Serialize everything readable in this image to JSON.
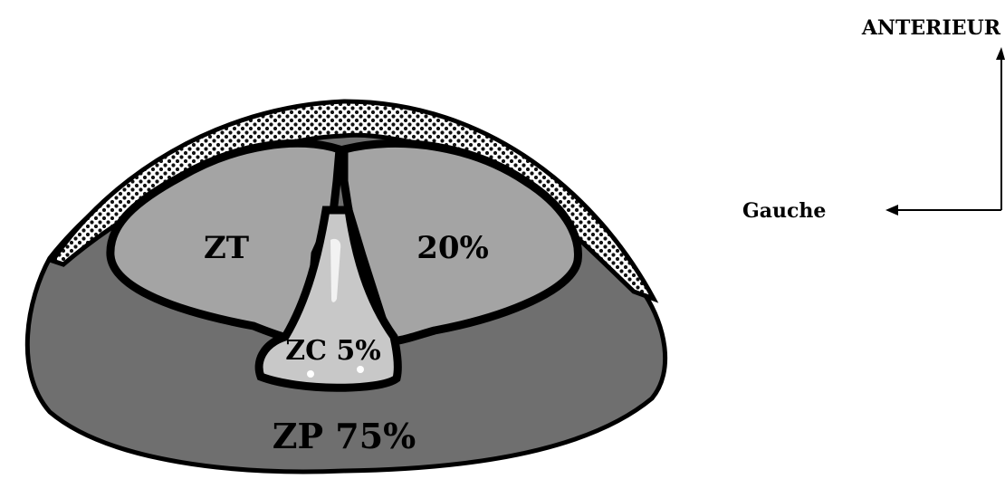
{
  "diagram": {
    "zones": {
      "transition_left": {
        "text": "ZT"
      },
      "transition_right": {
        "text": "20%"
      },
      "central": {
        "text": "ZC 5%"
      },
      "peripheral": {
        "text": "ZP 75%"
      }
    },
    "orientation": {
      "anterior_label": "ANTERIEUR",
      "left_label": "Gauche"
    }
  },
  "colors": {
    "peripheral_zone": "#6f6f6f",
    "transition_zone": "#a4a4a4",
    "central_zone": "#c8c8c8",
    "outline": "#000000",
    "anterior_stroma": "#ffffff"
  }
}
